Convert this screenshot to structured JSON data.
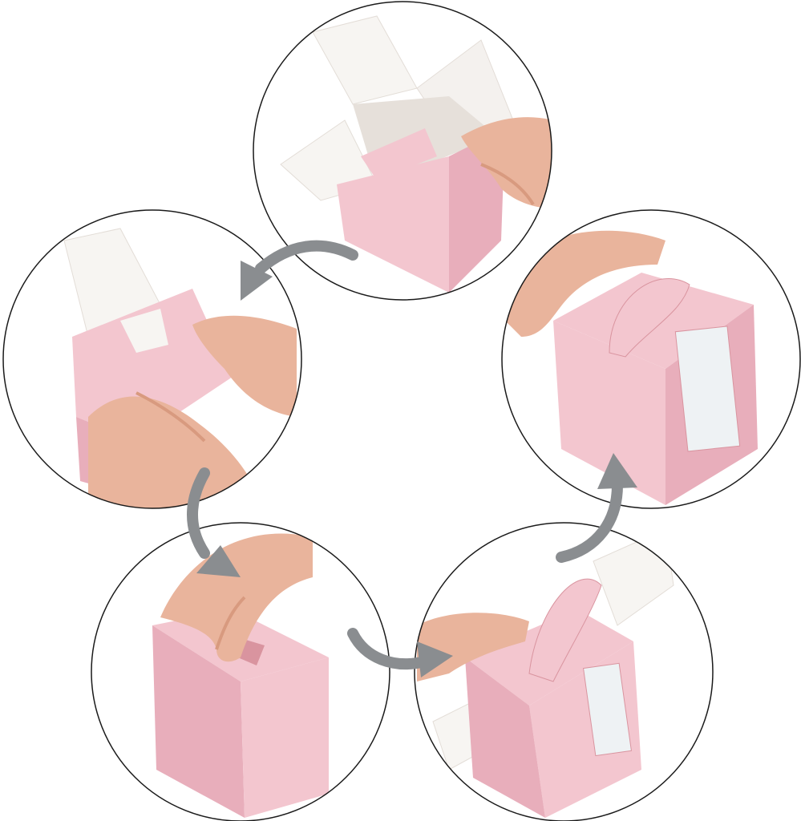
{
  "figure": {
    "background": "#ffffff",
    "colors": {
      "box_pink": "#f3c6cf",
      "box_pink_shade": "#e8aebb",
      "box_pink_dark": "#d9949f",
      "inner_white": "#f7f5f2",
      "inner_shadow": "#e6e0da",
      "skin": "#e9b49c",
      "skin_shade": "#d89a7f",
      "window": "#eef2f4",
      "arrow": "#8a8d90",
      "circle_stroke": "#1a1a1a"
    },
    "steps": [
      {
        "id": "step-1",
        "icon": "box-open-flaps-photo"
      },
      {
        "id": "step-2",
        "icon": "box-fold-flap-photo"
      },
      {
        "id": "step-3",
        "icon": "box-closed-top-photo"
      },
      {
        "id": "step-4",
        "icon": "box-handle-lifted-photo"
      },
      {
        "id": "step-5",
        "icon": "box-handle-assembled-photo"
      }
    ],
    "arrows": [
      {
        "id": "arrow-1-to-2",
        "icon": "curved-arrow-icon"
      },
      {
        "id": "arrow-2-to-3",
        "icon": "curved-arrow-icon"
      },
      {
        "id": "arrow-3-to-4",
        "icon": "curved-arrow-icon"
      },
      {
        "id": "arrow-4-to-5",
        "icon": "curved-arrow-icon"
      }
    ]
  }
}
